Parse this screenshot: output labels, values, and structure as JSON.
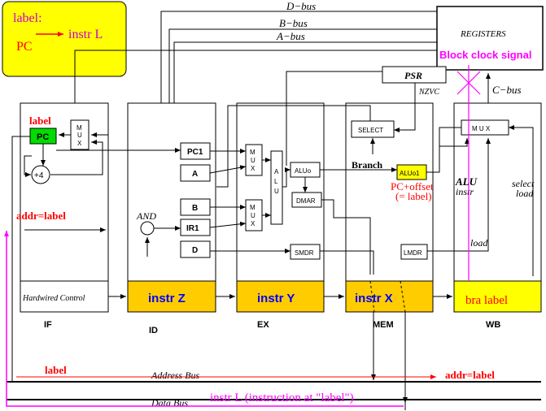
{
  "legend": {
    "label": "label:",
    "pc": "PC",
    "instr": "instr L"
  },
  "buses": {
    "d_bus": "D−bus",
    "b_bus": "B−bus",
    "a_bus": "A−bus",
    "c_bus": "C−bus",
    "address_bus": "Address Bus",
    "data_bus": "Data Bus"
  },
  "registers": {
    "title": "REGISTERS",
    "block": "Block clock signal",
    "psr": "PSR",
    "nzvc": "NZVC"
  },
  "if_stage": {
    "label": "label",
    "pc": "PC",
    "mux": [
      "M",
      "U",
      "X"
    ],
    "plus4": "+4",
    "addr": "addr=label",
    "hardwired": "Hardwired Control",
    "name": "IF"
  },
  "id_stage": {
    "pc1": "PC1",
    "a": "A",
    "b": "B",
    "ir1": "IR1",
    "d": "D",
    "and": "AND",
    "instr": "instr Z",
    "name": "ID"
  },
  "ex_stage": {
    "mux": [
      "M",
      "U",
      "X"
    ],
    "alu": [
      "A",
      "L",
      "U"
    ],
    "aluo": "ALUo",
    "dmar": "DMAR",
    "smdr": "SMDR",
    "instr": "instr Y",
    "name": "EX"
  },
  "mem_stage": {
    "select": "SELECT",
    "branch": "Branch",
    "aluo1": "ALUo1",
    "pc_offset": "PC+offset",
    "eq_label": "(= label)",
    "lmdr": "LMDR",
    "instr": "instr X",
    "name": "MEM"
  },
  "wb_stage": {
    "mux": "M U X",
    "alu_instr_1": "ALU",
    "alu_instr_2": "instr",
    "select_load_1": "select",
    "select_load_2": "load",
    "load": "load",
    "instr": "bra  label",
    "name": "WB"
  },
  "bottom": {
    "label": "label",
    "addr": "addr=label",
    "instr_l": "instr L (instruction at \"label\")"
  },
  "colors": {
    "yellow": "#ffff00",
    "instr_bg": "#ffcc00",
    "magenta": "#ff00ff",
    "red": "#ff0000",
    "blue": "#0000ff",
    "green": "#00dd00"
  }
}
